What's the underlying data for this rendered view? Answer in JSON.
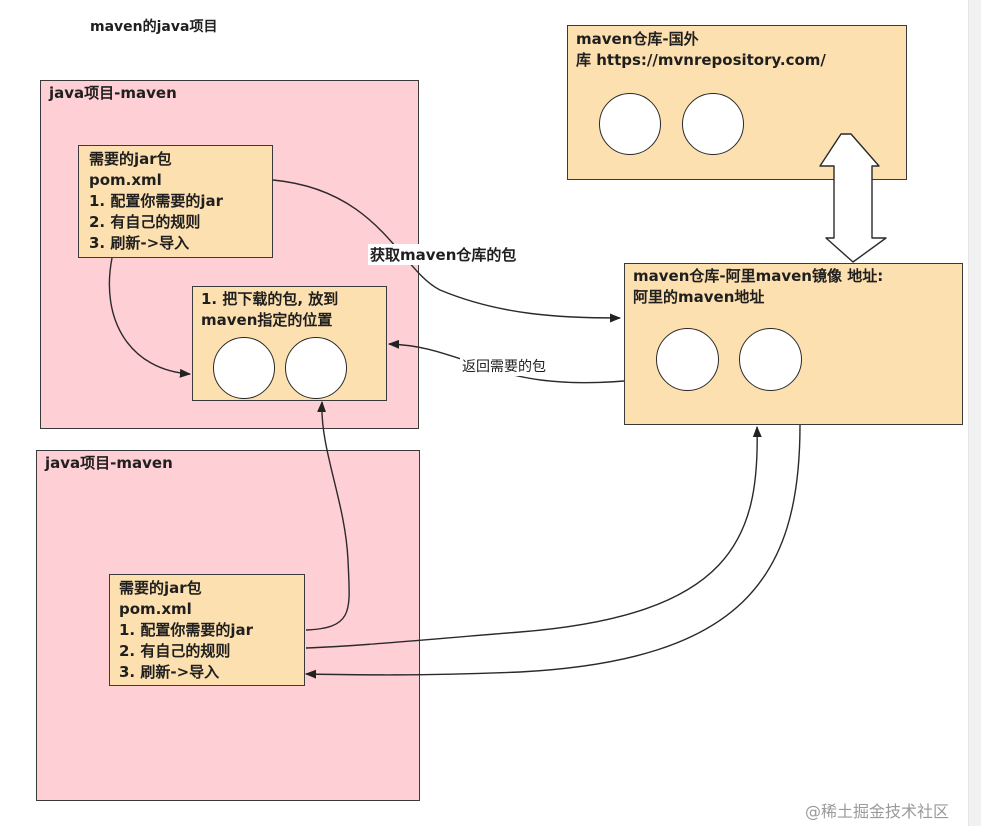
{
  "page_title": "maven的java项目",
  "project_a": {
    "title": "java项目-maven",
    "config_box": {
      "lines": [
        "需要的jar包",
        "pom.xml",
        "1. 配置你需要的jar",
        "2. 有自己的规则",
        "3. 刷新->导入"
      ]
    },
    "local_repo": {
      "lines": [
        "1. 把下载的包, 放到",
        "maven指定的位置"
      ]
    }
  },
  "project_b": {
    "title": "java项目-maven",
    "config_box": {
      "lines": [
        "需要的jar包",
        "pom.xml",
        "1. 配置你需要的jar",
        "2. 有自己的规则",
        "3. 刷新->导入"
      ]
    }
  },
  "foreign_repo": {
    "lines": [
      "maven仓库-国外",
      "库 https://mvnrepository.com/"
    ]
  },
  "aliyun_repo": {
    "lines": [
      "maven仓库-阿里maven镜像 地址:",
      "阿里的maven地址"
    ]
  },
  "arrow_labels": {
    "fetch": "获取maven仓库的包",
    "return": "返回需要的包"
  },
  "watermark": "@稀土掘金技术社区",
  "colors": {
    "project_bg": "#ffcfd6",
    "box_bg": "#fde0b0",
    "stroke": "#3a3a3a"
  }
}
